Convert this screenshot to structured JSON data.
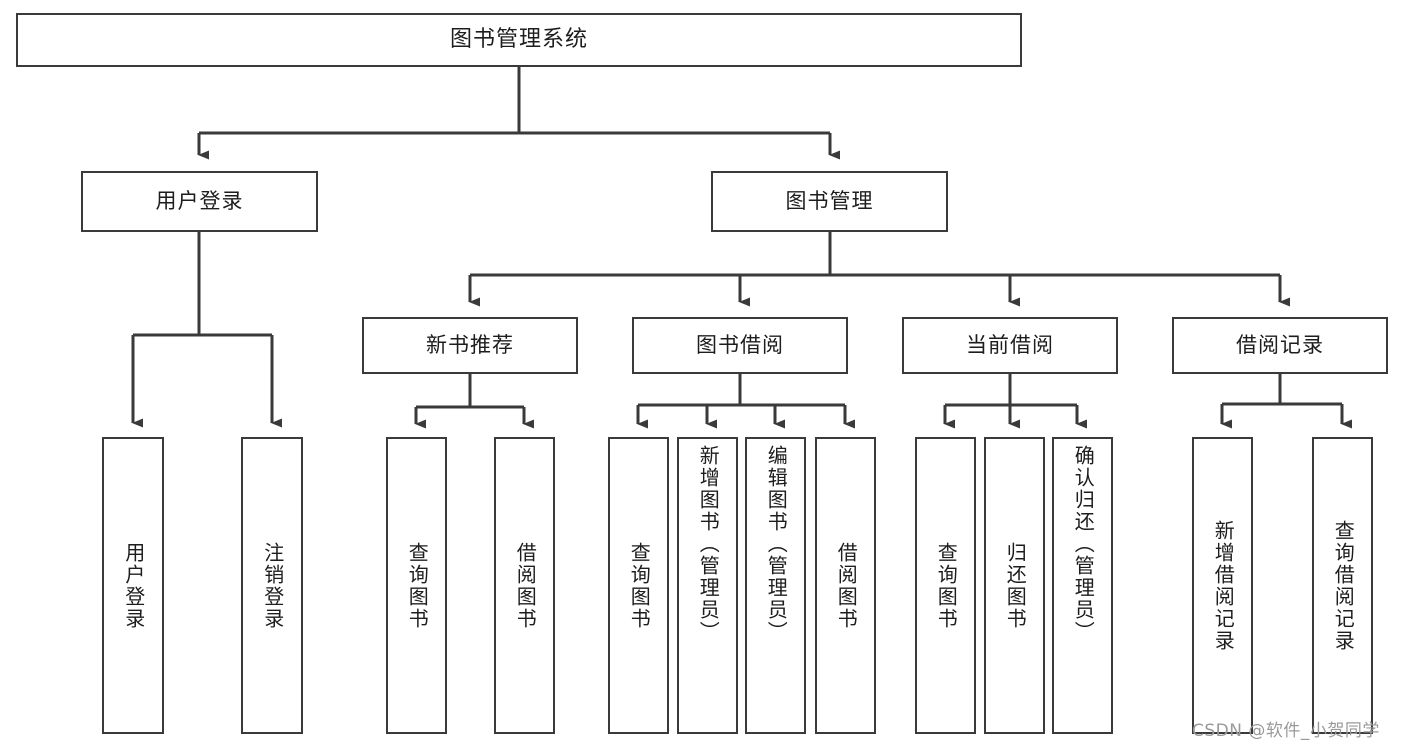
{
  "diagram": {
    "title": "图书管理系统",
    "type": "tree-hierarchy-diagram",
    "watermark": "CSDN @软件_小贺同学",
    "colors": {
      "box_border": "#3a3a3a",
      "box_fill": "#ffffff",
      "connector": "#3a3a3a",
      "text": "#1d1d1d",
      "watermark": "#9a9a9a"
    },
    "root": {
      "label": "图书管理系统"
    },
    "level2": [
      {
        "label": "用户登录"
      },
      {
        "label": "图书管理"
      }
    ],
    "level3": [
      {
        "label": "新书推荐"
      },
      {
        "label": "图书借阅"
      },
      {
        "label": "当前借阅"
      },
      {
        "label": "借阅记录"
      }
    ],
    "leaves": {
      "user_login": [
        {
          "label": "用户登录"
        },
        {
          "label": "注销登录"
        }
      ],
      "new_book_recommend": [
        {
          "label": "查询图书"
        },
        {
          "label": "借阅图书"
        }
      ],
      "book_borrow": [
        {
          "label": "查询图书"
        },
        {
          "label": "新增图书（管理员）"
        },
        {
          "label": "编辑图书（管理员）"
        },
        {
          "label": "借阅图书"
        }
      ],
      "current_borrow": [
        {
          "label": "查询图书"
        },
        {
          "label": "归还图书"
        },
        {
          "label": "确认归还（管理员）"
        }
      ],
      "borrow_record": [
        {
          "label": "新增借阅记录"
        },
        {
          "label": "查询借阅记录"
        }
      ]
    }
  }
}
